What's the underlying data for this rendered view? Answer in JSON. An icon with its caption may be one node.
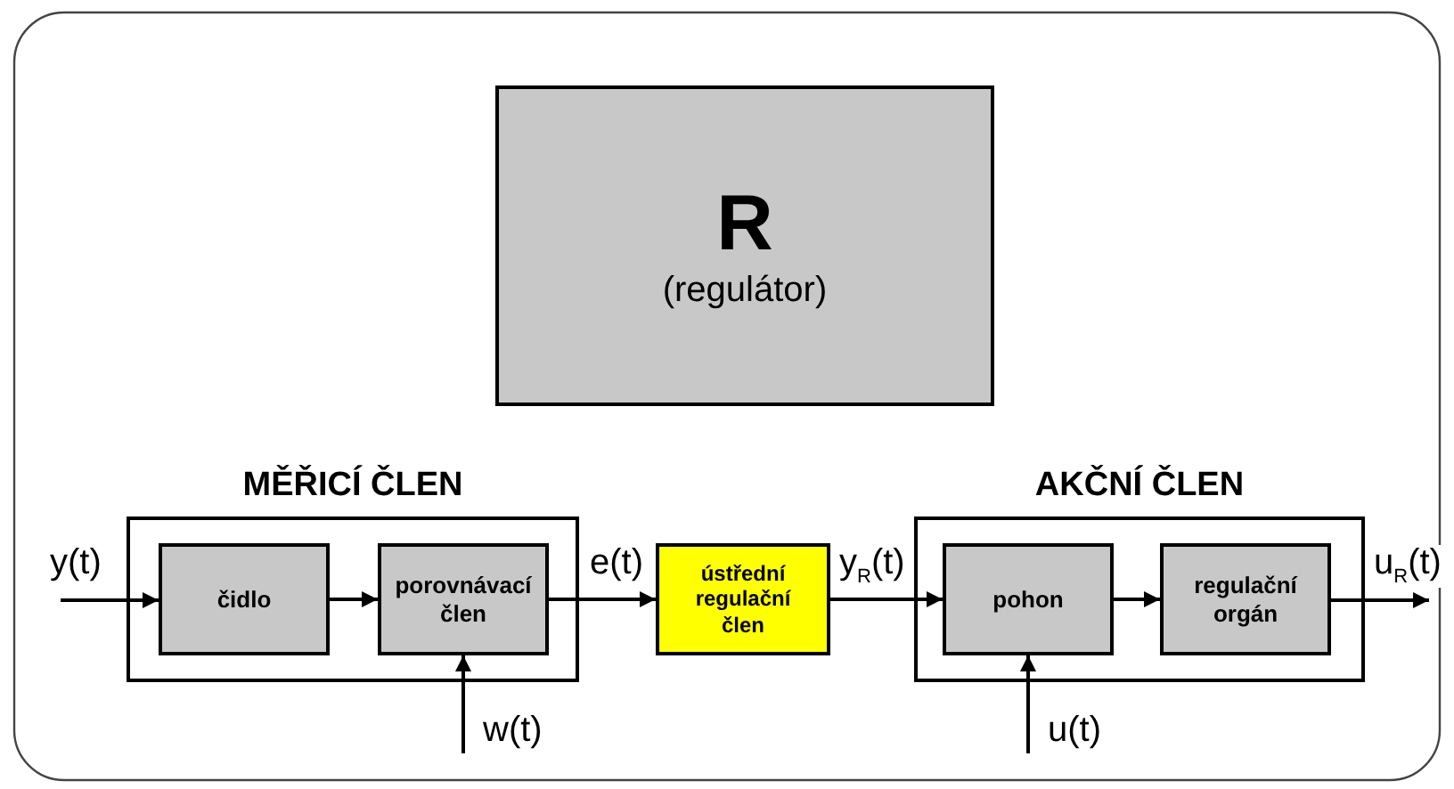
{
  "diagram": {
    "nodes": [
      {
        "text": [
          "R",
          "(regulátor)"
        ]
      },
      {
        "text": [
          "MĚŘICÍ ČLEN"
        ]
      },
      {
        "text": [
          "čidlo"
        ],
        "in": 1
      },
      {
        "text": [
          "porovnávací člen"
        ],
        "in": 1
      },
      {
        "text": [
          "ústřední regulační člen"
        ]
      },
      {
        "text": [
          "AKČNÍ ČLEN"
        ]
      },
      {
        "text": [
          "pohon"
        ],
        "in": 5
      },
      {
        "text": [
          "regulační orgán"
        ],
        "in": 5
      }
    ],
    "edges": [
      {
        "from": null,
        "to": 2,
        "arrow": "to",
        "label": "y(t)"
      },
      {
        "from": 2,
        "to": 3,
        "arrow": "to"
      },
      {
        "from": 3,
        "to": 4,
        "arrow": "to",
        "label": "e(t)"
      },
      {
        "from": null,
        "to": 3,
        "arrow": "to",
        "label": "w(t)"
      },
      {
        "from": 4,
        "to": 6,
        "arrow": "to",
        "label": "y$_{R}$(t)"
      },
      {
        "from": 6,
        "to": 7,
        "arrow": "to"
      },
      {
        "from": 7,
        "to": null,
        "arrow": "to",
        "label": "u$_{R}$(t)"
      },
      {
        "from": null,
        "to": 6,
        "arrow": "to",
        "label": "u(t)"
      }
    ]
  }
}
